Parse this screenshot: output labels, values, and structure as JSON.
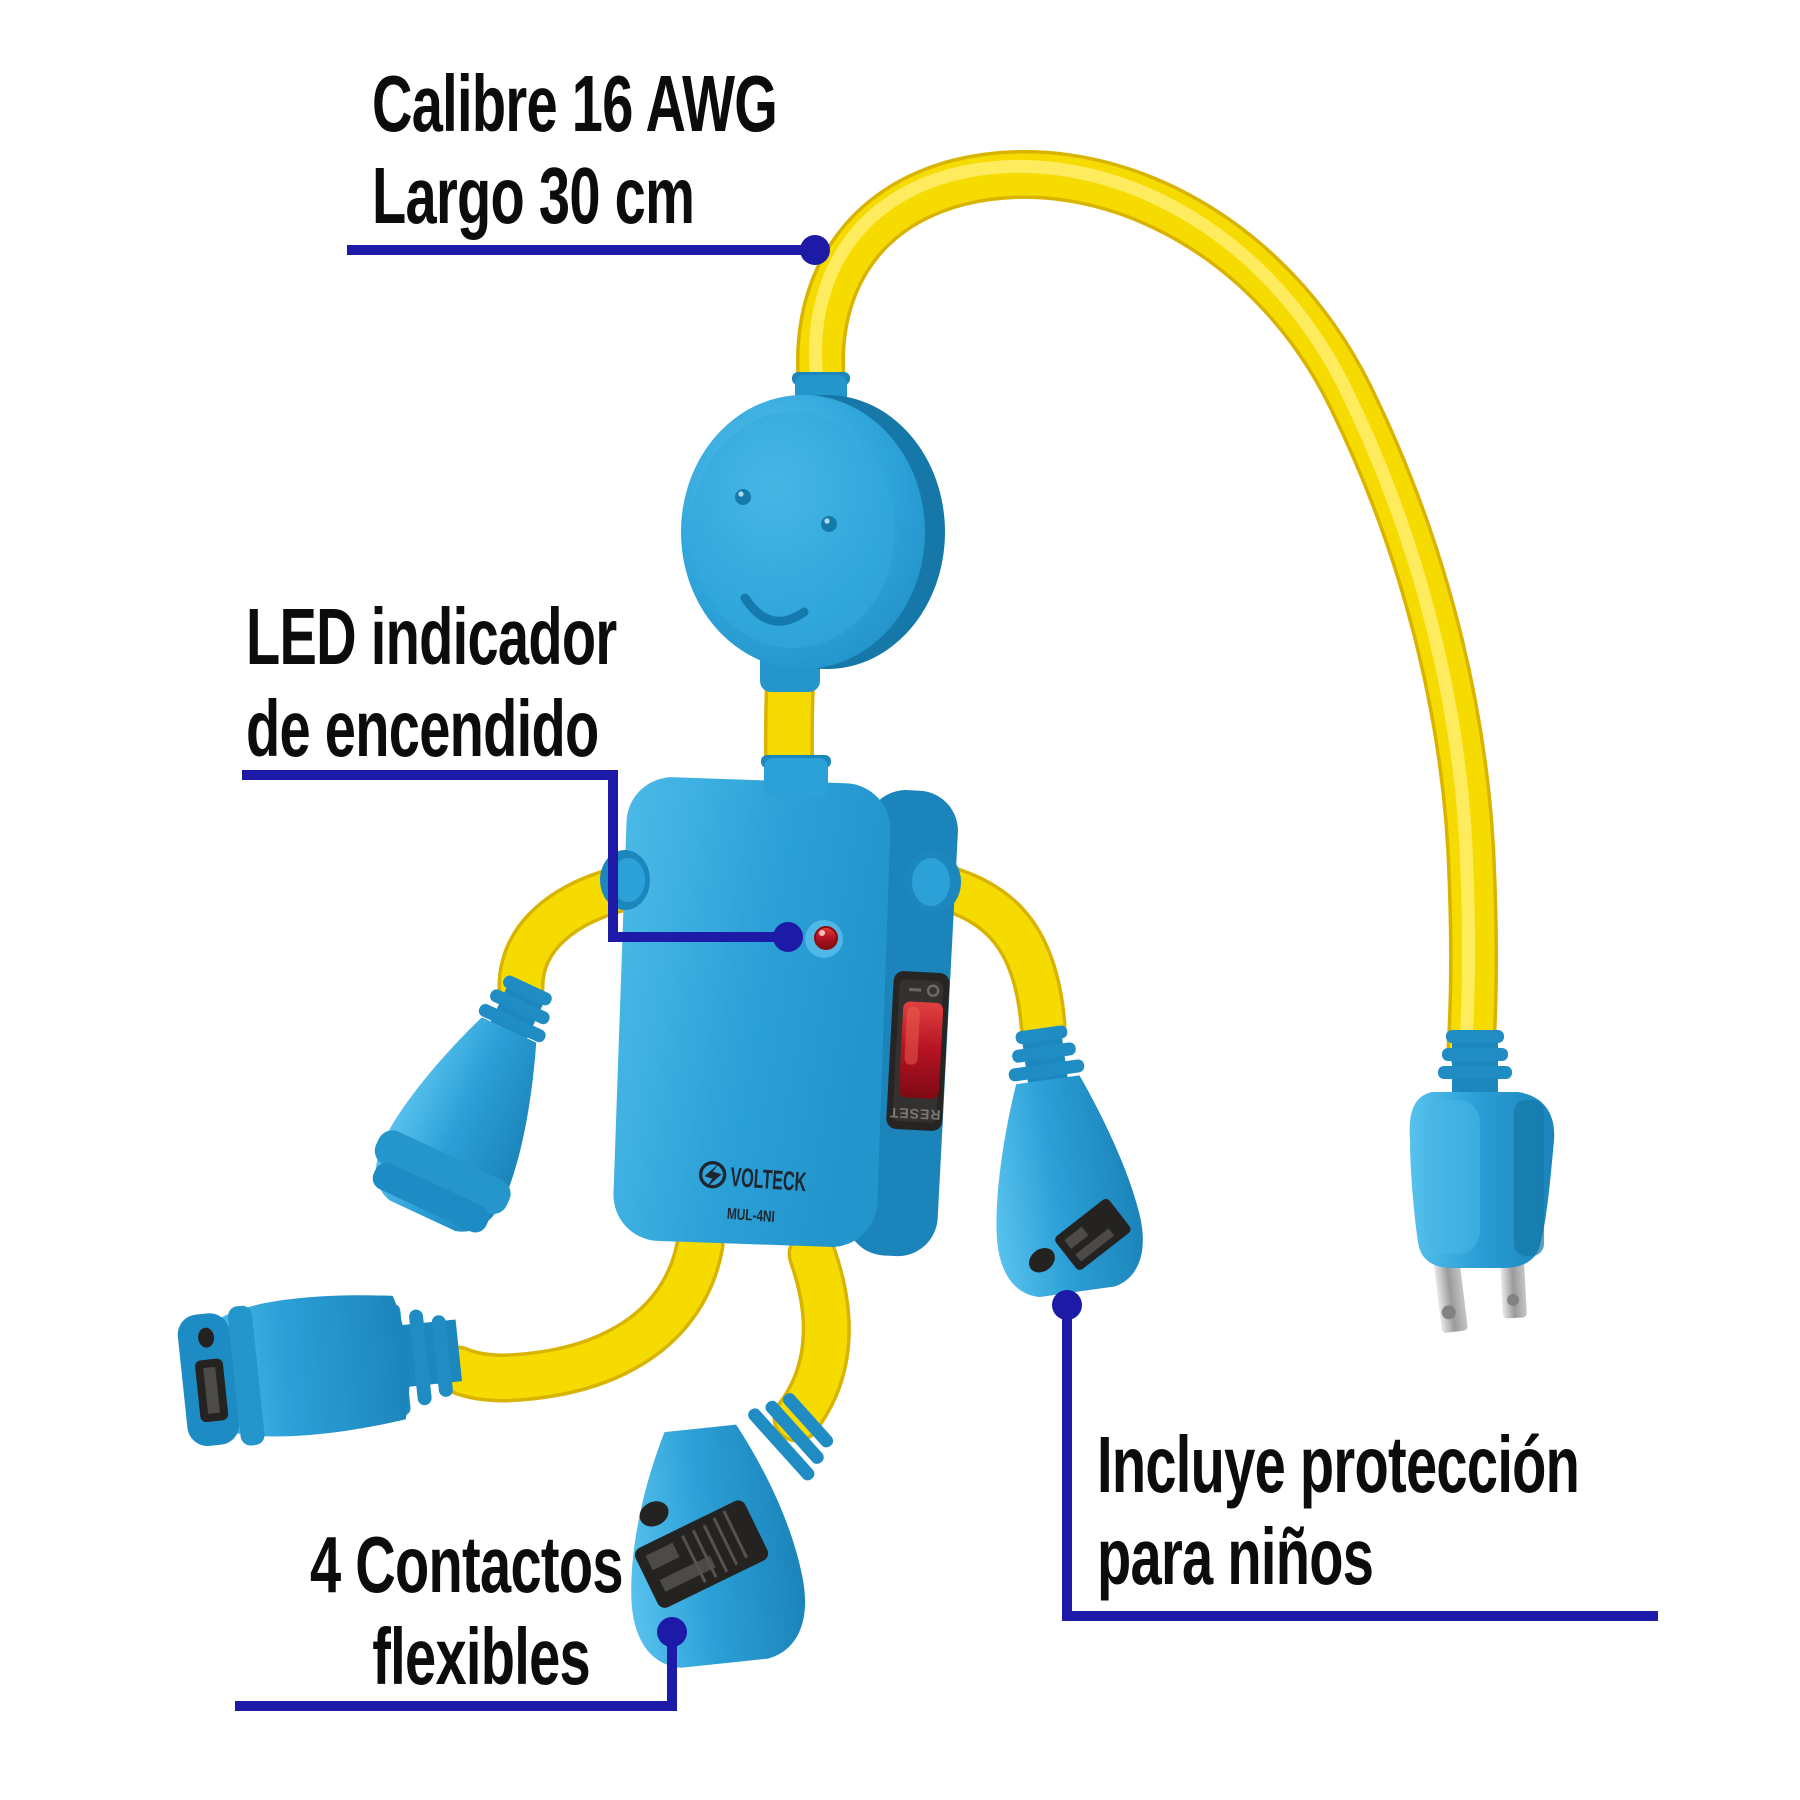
{
  "annotations": {
    "gauge": {
      "line1": "Calibre 16 AWG",
      "line2": "Largo 30 cm"
    },
    "led": {
      "line1": "LED indicador",
      "line2": "de encendido"
    },
    "contacts": {
      "line1": "4 Contactos",
      "line2": "flexibles"
    },
    "protection": {
      "line1": "Incluye protección",
      "line2": "para niños"
    }
  },
  "product": {
    "brand": "VOLTECK",
    "model": "MUL-4NI",
    "switch_label": "RESET"
  },
  "colors": {
    "callout_navy": "#1c1aa6",
    "cable_yellow": "#f5d800",
    "plastic_blue": "#2ba1d8",
    "plastic_blue_dark": "#1b84ba",
    "switch_red": "#c8172b",
    "led_red": "#e01010",
    "text_black": "#0c0c0c"
  }
}
